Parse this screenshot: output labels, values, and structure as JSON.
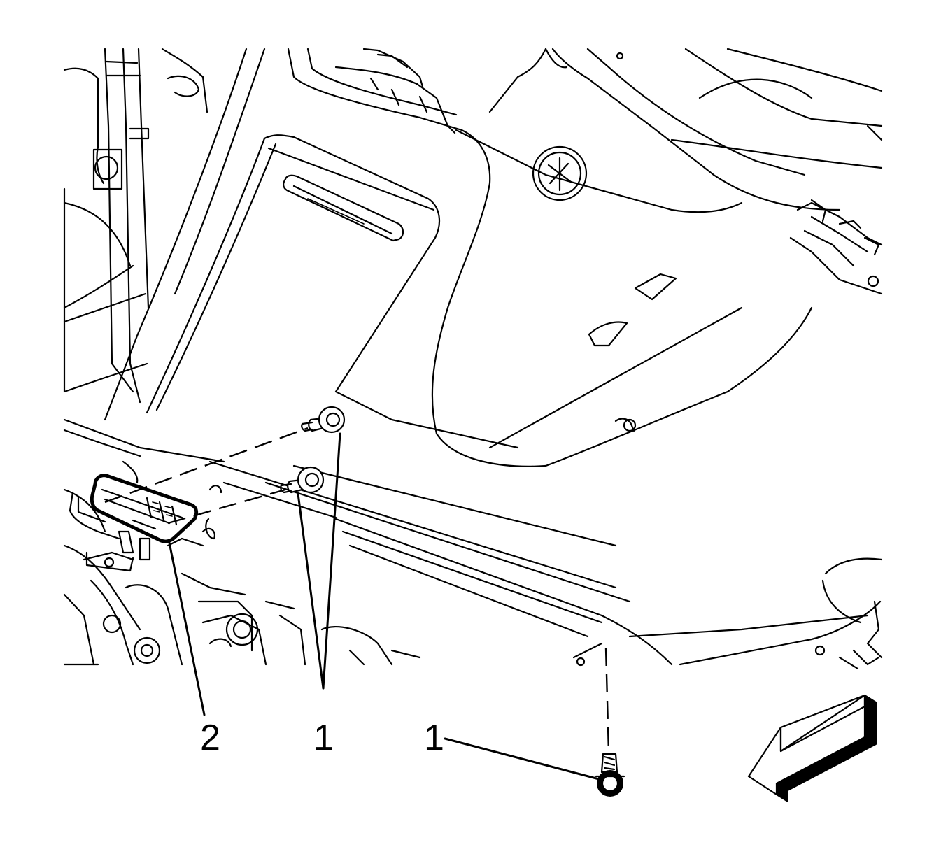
{
  "callouts": [
    {
      "id": "fastener-callout-upper",
      "label": "1"
    },
    {
      "id": "fastener-callout-lower",
      "label": "1"
    },
    {
      "id": "module-callout",
      "label": "2"
    }
  ],
  "icons": {
    "direction_arrow": "front-direction-arrow-icon"
  },
  "colors": {
    "line": "#000000",
    "background": "#ffffff"
  }
}
